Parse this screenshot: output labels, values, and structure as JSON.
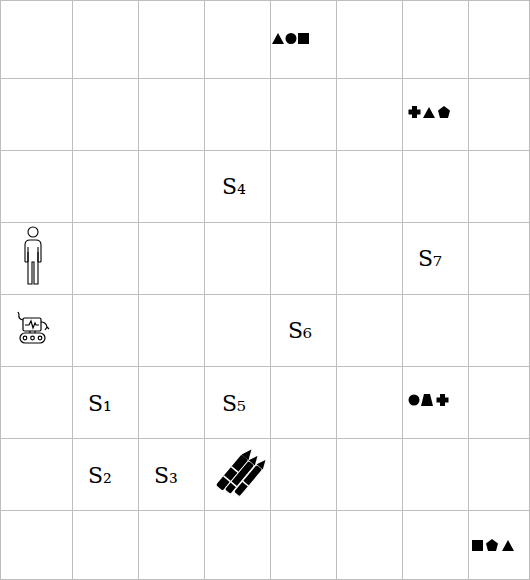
{
  "diagram": {
    "labels": [
      "S₄",
      "S₇",
      "S₆",
      "S₁",
      "S₅",
      "S₂",
      "S₃"
    ]
  }
}
